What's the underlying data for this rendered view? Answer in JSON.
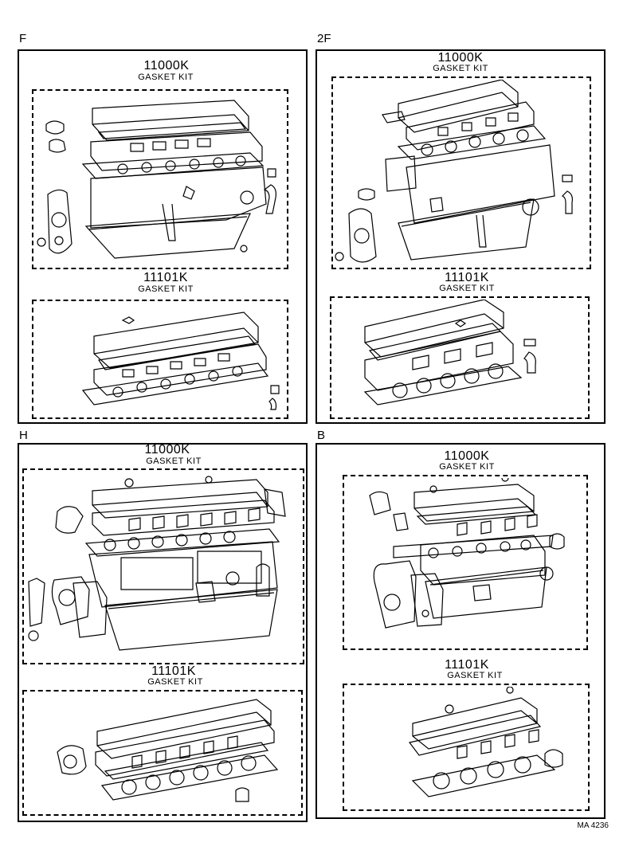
{
  "sections": [
    {
      "letter": "F",
      "upper_part_no": "11000K",
      "upper_label": "GASKET KIT",
      "lower_part_no": "11101K",
      "lower_label": "GASKET KIT"
    },
    {
      "letter": "2F",
      "upper_part_no": "11000K",
      "upper_label": "GASKET KIT",
      "lower_part_no": "11101K",
      "lower_label": "GASKET KIT"
    },
    {
      "letter": "H",
      "upper_part_no": "11000K",
      "upper_label": "GASKET KIT",
      "lower_part_no": "11101K",
      "lower_label": "GASKET KIT"
    },
    {
      "letter": "B",
      "upper_part_no": "11000K",
      "upper_label": "GASKET KIT",
      "lower_part_no": "11101K",
      "lower_label": "GASKET KIT"
    }
  ],
  "reference_code": "MA 4236"
}
